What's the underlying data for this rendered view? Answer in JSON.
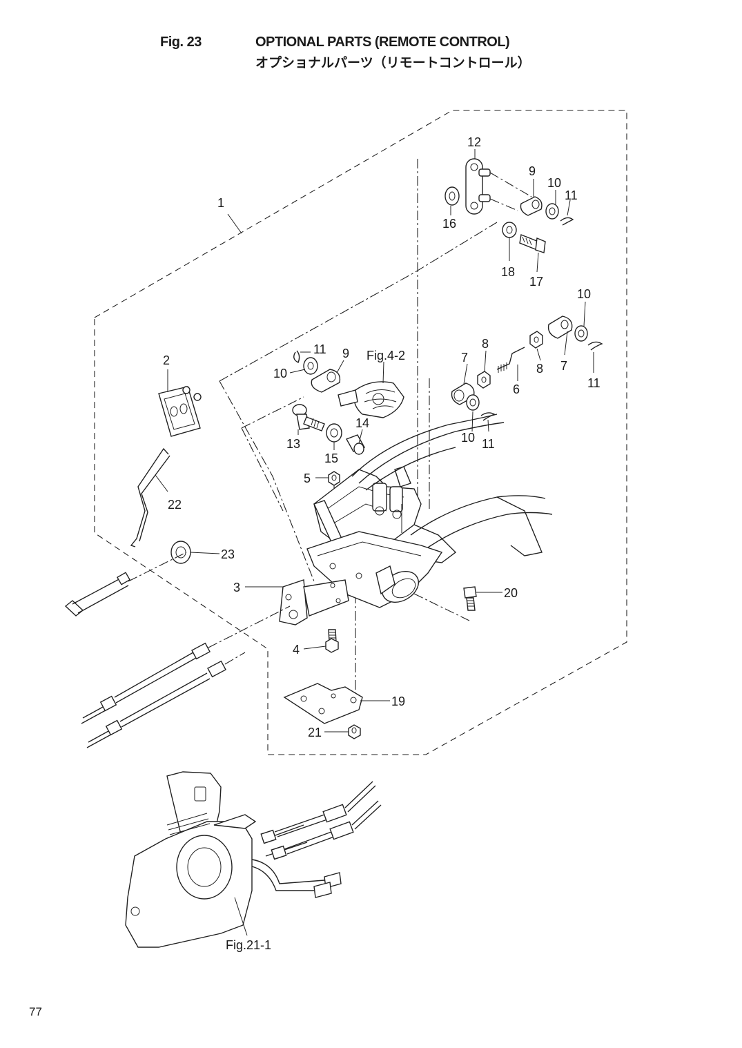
{
  "header": {
    "figure_number": "Fig. 23",
    "title_en": "OPTIONAL PARTS (REMOTE CONTROL)",
    "title_jp": "オプショナルパーツ（リモートコントロール）"
  },
  "callouts": {
    "c1": "1",
    "c2": "2",
    "c3": "3",
    "c4": "4",
    "c5": "5",
    "c6": "6",
    "c7a": "7",
    "c7b": "7",
    "c8a": "8",
    "c8b": "8",
    "c9a": "9",
    "c9b": "9",
    "c10a": "10",
    "c10b": "10",
    "c10c": "10",
    "c10d": "10",
    "c11a": "11",
    "c11b": "11",
    "c11c": "11",
    "c11d": "11",
    "c12": "12",
    "c13": "13",
    "c14": "14",
    "c15": "15",
    "c16": "16",
    "c17": "17",
    "c18": "18",
    "c19": "19",
    "c20": "20",
    "c21": "21",
    "c22": "22",
    "c23": "23"
  },
  "references": {
    "fig_4_2": "Fig.4-2",
    "fig_21_1": "Fig.21-1"
  },
  "page_number": "77"
}
